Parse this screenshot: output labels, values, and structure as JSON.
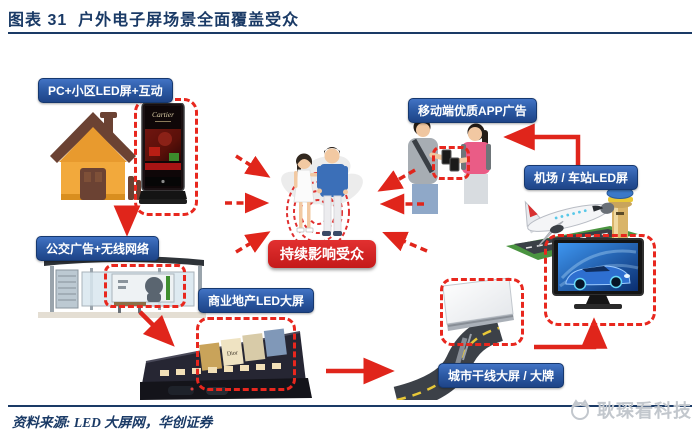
{
  "header": {
    "title": "图表 31  户外电子屏场景全面覆盖受众"
  },
  "diagram": {
    "center_label": "持续影响受众",
    "nodes": [
      {
        "id": "pc-community",
        "label": "PC+小区LED屏+互动"
      },
      {
        "id": "mobile-app",
        "label": "移动端优质APP广告"
      },
      {
        "id": "airport-station",
        "label": "机场 / 车站LED屏"
      },
      {
        "id": "bus-wifi",
        "label": "公交广告+无线网络"
      },
      {
        "id": "commercial-led",
        "label": "商业地产LED大屏"
      },
      {
        "id": "city-trunk",
        "label": "城市干线大屏 / 大牌"
      }
    ],
    "artwork_text": {
      "kiosk_brand": "Cartier",
      "mall_sign": "Dior"
    }
  },
  "footer": {
    "source": "资料来源: LED 大屏网，华创证券",
    "watermark": "耿琛看科技"
  },
  "colors": {
    "navy": "#1A3A66",
    "label_blue": "#2D5BA6",
    "arrow_red": "#E0251B",
    "center_red": "#D42222",
    "watermark_gray": "#C2C7CD"
  }
}
